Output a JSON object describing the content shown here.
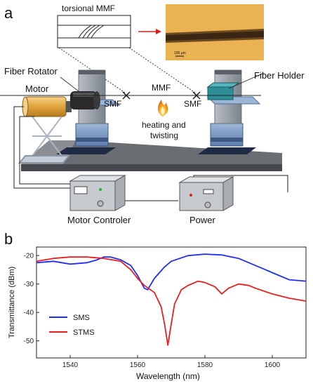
{
  "panel_a": {
    "panel_label": "a",
    "inset_label": "torsional MMF",
    "micrograph_scale": "100 μm",
    "labels": {
      "fiber_rotator": "Fiber Rotator",
      "motor": "Motor",
      "mmf": "MMF",
      "smf_left": "SMF",
      "smf_right": "SMF",
      "fiber_holder": "Fiber Holder",
      "heating": "heating  and",
      "twisting": "twisting",
      "motor_controller": "Motor Controler",
      "power": "Power"
    },
    "colors": {
      "flame": "#f2a51a",
      "holder": "#2f8f99",
      "micrograph_bg": "#e6a43a",
      "arrow": "#d62020"
    }
  },
  "panel_b": {
    "panel_label": "b",
    "chart_data": {
      "type": "line",
      "xlabel": "Wavelength (nm)",
      "ylabel": "Transmittance (dBm)",
      "xlim": [
        1530,
        1610
      ],
      "ylim": [
        -56,
        -17
      ],
      "xticks": [
        1540,
        1560,
        1580,
        1600
      ],
      "yticks": [
        -20,
        -30,
        -40,
        -50
      ],
      "legend_position": "left",
      "series": [
        {
          "name": "SMS",
          "color": "#1f2ef5",
          "x": [
            1530,
            1535,
            1540,
            1545,
            1548,
            1550,
            1552,
            1555,
            1558,
            1560,
            1562,
            1563,
            1565,
            1568,
            1570,
            1575,
            1580,
            1585,
            1590,
            1595,
            1600,
            1605,
            1610
          ],
          "y": [
            -22.5,
            -22,
            -23,
            -22.5,
            -21.5,
            -20.5,
            -20.5,
            -21.5,
            -23.5,
            -27,
            -31.5,
            -32,
            -28,
            -24,
            -22,
            -20,
            -19.5,
            -19.8,
            -21,
            -23.5,
            -26,
            -28.5,
            -29
          ]
        },
        {
          "name": "STMS",
          "color": "#e81f1f",
          "x": [
            1530,
            1535,
            1540,
            1545,
            1550,
            1555,
            1558,
            1560,
            1562,
            1565,
            1567,
            1568,
            1569,
            1570,
            1571,
            1573,
            1575,
            1578,
            1580,
            1583,
            1585,
            1587,
            1590,
            1593,
            1595,
            1600,
            1605,
            1610
          ],
          "y": [
            -22,
            -21,
            -20.5,
            -20.5,
            -21,
            -22,
            -25,
            -28,
            -30.5,
            -33,
            -38,
            -44,
            -51.5,
            -44,
            -37,
            -32,
            -30.5,
            -29,
            -29.5,
            -31,
            -33.5,
            -31.5,
            -30,
            -30.5,
            -31.5,
            -33.5,
            -35,
            -36
          ]
        }
      ]
    }
  }
}
